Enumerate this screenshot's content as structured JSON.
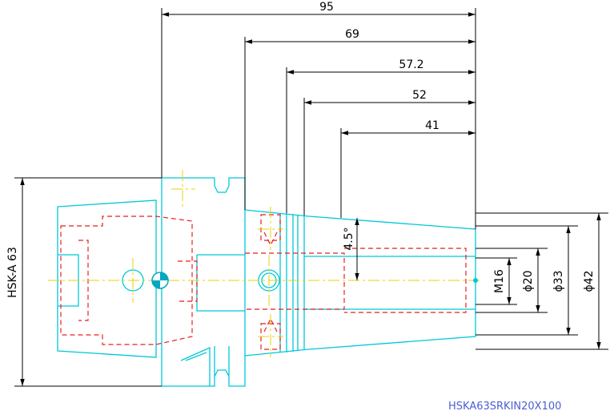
{
  "drawing": {
    "part_code": "HSKA63SRKIN20X100",
    "dimensions": {
      "overall_length": "95",
      "length_69": "69",
      "length_57_2": "57.2",
      "length_52": "52",
      "length_41": "41",
      "taper_angle": "4.5°",
      "thread": "M16",
      "dia_20": "ϕ20",
      "dia_33": "ϕ33",
      "dia_42": "ϕ42",
      "shank": "HSK-A 63"
    },
    "colors": {
      "outline": "#00c8d8",
      "hidden": "#e81f1f",
      "center": "#e8d000",
      "dimension": "#000000",
      "caption": "#4a5fd6"
    }
  }
}
